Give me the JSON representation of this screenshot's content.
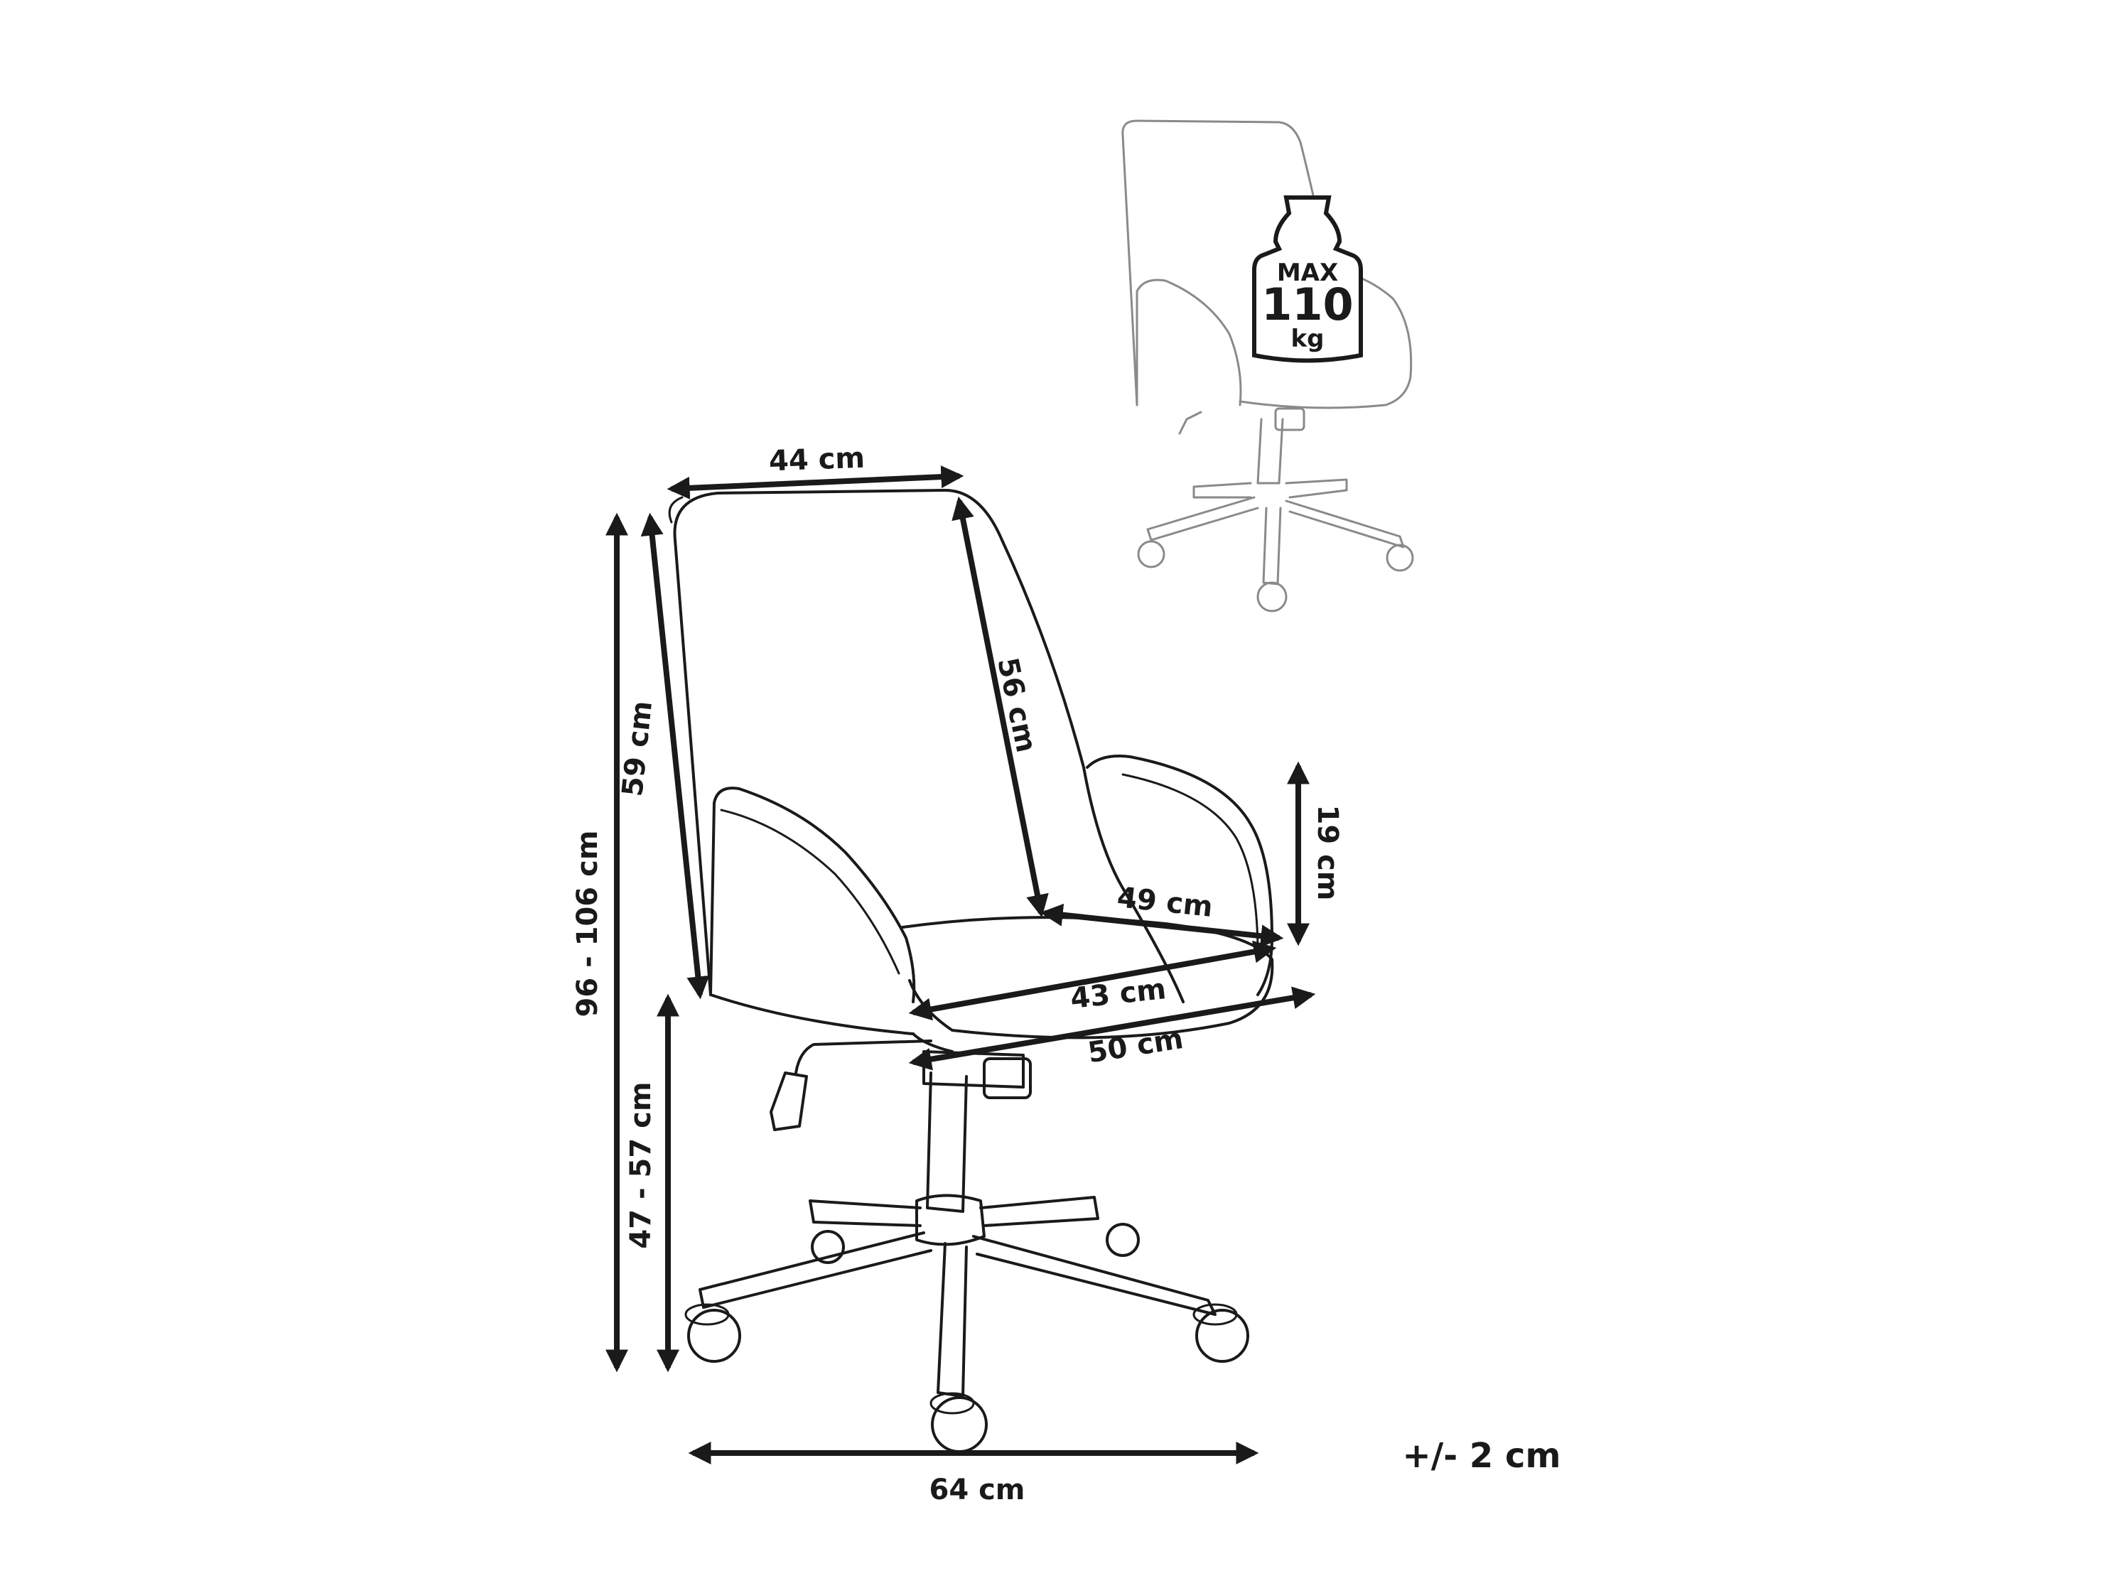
{
  "dimensions": {
    "back_width": "44 cm",
    "overall_height": "96 - 106 cm",
    "back_height": "59 cm",
    "backrest_inner": "56 cm",
    "armrest_height": "19 cm",
    "seat_depth": "49 cm",
    "seat_width": "43 cm",
    "overall_depth": "50 cm",
    "seat_height": "47 - 57 cm",
    "base_width": "64 cm"
  },
  "max_load": {
    "line1": "MAX",
    "line2": "110",
    "line3": "kg"
  },
  "tolerance": "+/- 2 cm",
  "colors": {
    "line": "#1a1a1a",
    "ghost": "#8a8a8a",
    "background": "#ffffff"
  }
}
